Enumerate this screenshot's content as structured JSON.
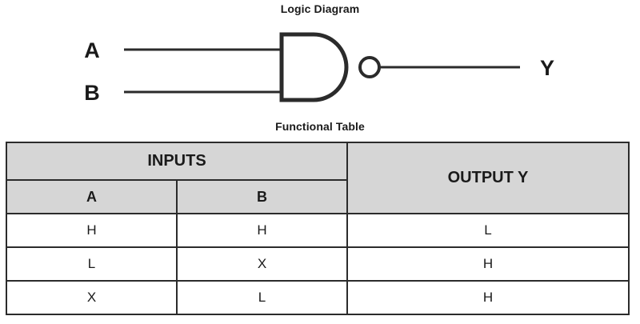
{
  "logic_section": {
    "caption": "Logic Diagram",
    "gate_type": "nand-gate",
    "inputs": [
      {
        "label": "A"
      },
      {
        "label": "B"
      }
    ],
    "output": {
      "label": "Y"
    }
  },
  "table_section": {
    "caption": "Functional Table",
    "header_groups": [
      {
        "label": "INPUTS",
        "colspan": 2
      },
      {
        "label": "OUTPUT Y",
        "colspan": 1,
        "rowspan": 2
      }
    ],
    "sub_headers": [
      {
        "label": "A"
      },
      {
        "label": "B"
      }
    ],
    "rows": [
      {
        "a": "H",
        "b": "H",
        "y": "L"
      },
      {
        "a": "L",
        "b": "X",
        "y": "H"
      },
      {
        "a": "X",
        "b": "L",
        "y": "H"
      }
    ]
  },
  "colors": {
    "line": "#2b2b2b",
    "header_background": "#d6d6d6",
    "text": "#1a1a1a",
    "page_background": "#ffffff"
  }
}
